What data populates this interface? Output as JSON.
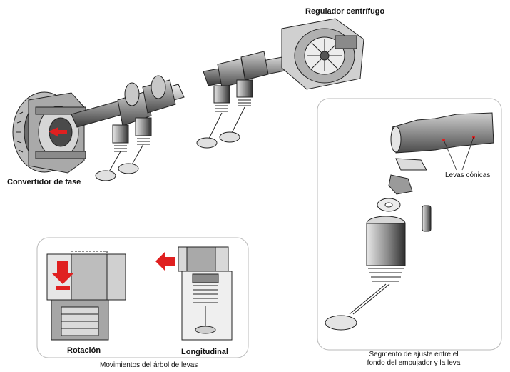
{
  "labels": {
    "governor": "Regulador centrífugo",
    "phase_converter": "Convertidor de fase",
    "conical_cams": "Levas cónicas",
    "rotation": "Rotación",
    "longitudinal": "Longitudinal",
    "camshaft_movements": "Movimientos del árbol de levas",
    "segment_line1": "Segmento de ajuste entre el",
    "segment_line2": "fondo del empujador y la leva"
  },
  "colors": {
    "line": "#222222",
    "shade": "#9a9a9a",
    "light": "#d8d8d8",
    "accent_red": "#e02020",
    "panel_border": "#b8b8b8"
  },
  "icons": {
    "rotation_arrow": "red-down-arrow-icon",
    "longitudinal_arrow": "red-left-arrow-icon"
  }
}
